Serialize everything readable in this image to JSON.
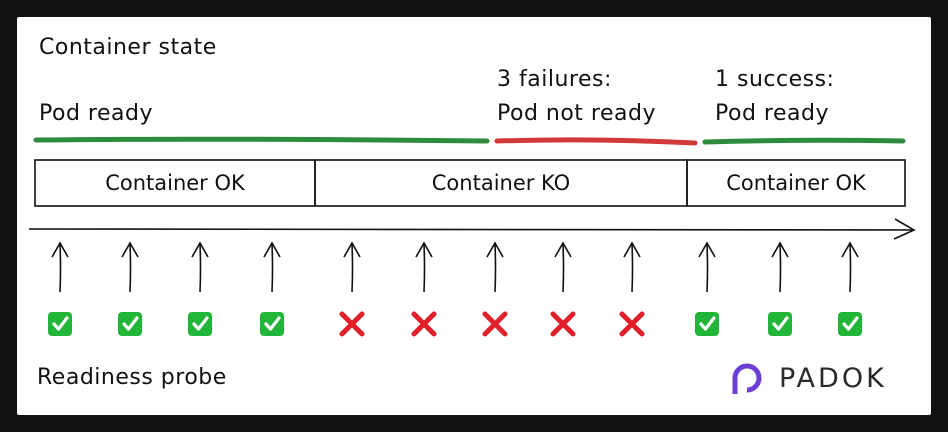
{
  "title": "Container state",
  "states": [
    {
      "text": "Pod ready",
      "color": "#2e8b3e"
    },
    {
      "line1": "3 failures:",
      "line2": "Pod not ready",
      "color": "#d23a3a"
    },
    {
      "line1": "1 success:",
      "line2": "Pod ready",
      "color": "#2e8b3e"
    }
  ],
  "boxes": [
    {
      "label": "Container OK"
    },
    {
      "label": "Container KO"
    },
    {
      "label": "Container OK"
    }
  ],
  "probe_results": [
    "success",
    "success",
    "success",
    "success",
    "fail",
    "fail",
    "fail",
    "fail",
    "fail",
    "success",
    "success",
    "success"
  ],
  "probe_label": "Readiness probe",
  "logo": {
    "text": "PADOK",
    "color": "#6d3fd6"
  },
  "colors": {
    "success_bg": "#21b53a",
    "fail": "#e0202a"
  }
}
